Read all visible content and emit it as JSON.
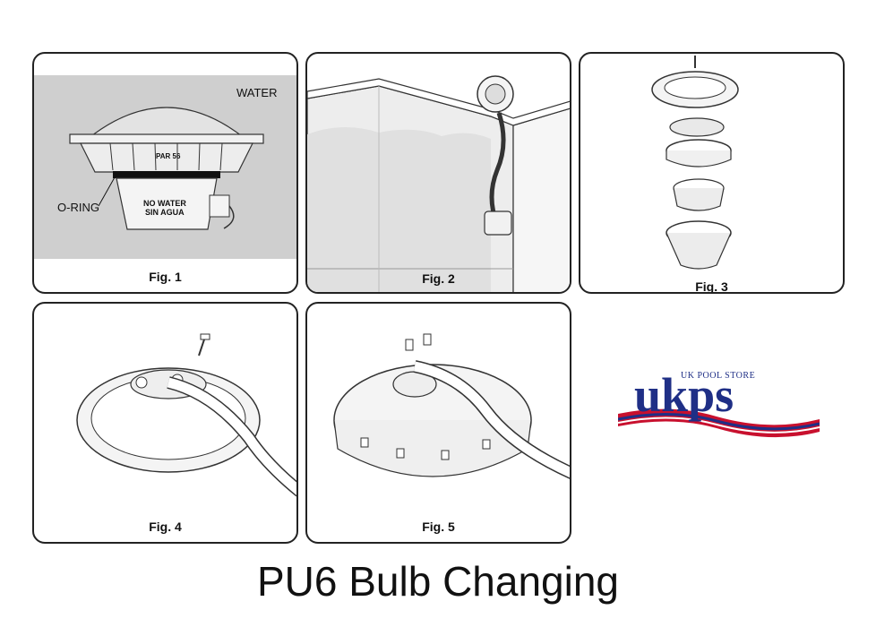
{
  "figures": [
    {
      "label": "Fig. 1",
      "callouts": {
        "water": "WATER",
        "oring": "O-RING",
        "no_water_1": "NO WATER",
        "no_water_2": "SIN AGUA",
        "par": "PAR 56"
      }
    },
    {
      "label": "Fig. 2"
    },
    {
      "label": "Fig. 3"
    },
    {
      "label": "Fig. 4"
    },
    {
      "label": "Fig. 5"
    }
  ],
  "logo": {
    "small_text": "UK POOL STORE",
    "big_text": "ukps"
  },
  "title": "PU6 Bulb Changing",
  "colors": {
    "panel_border": "#222222",
    "fig1_background": "#cfcfcf",
    "logo_blue": "#1f2f86",
    "logo_red": "#c8102e"
  }
}
